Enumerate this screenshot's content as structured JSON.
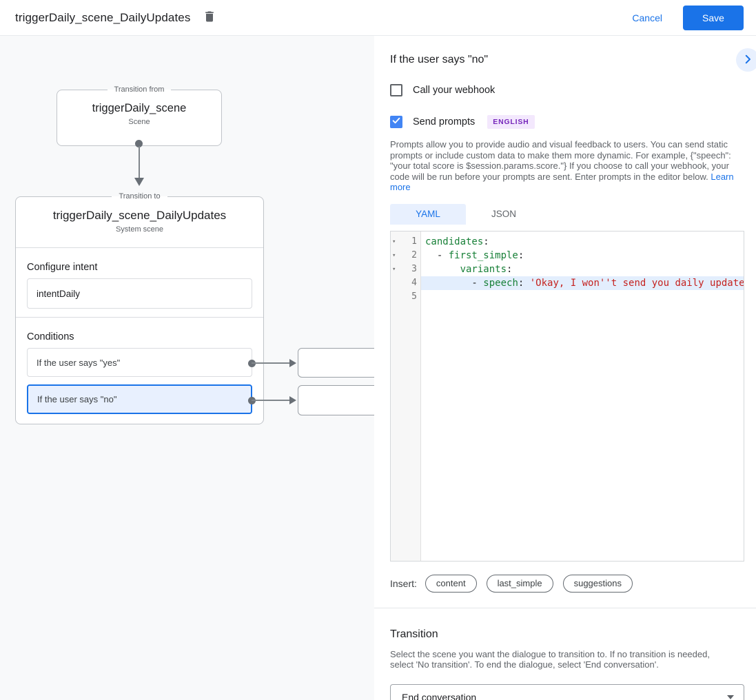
{
  "header": {
    "title": "triggerDaily_scene_DailyUpdates",
    "cancel_label": "Cancel",
    "save_label": "Save"
  },
  "flow": {
    "from_label": "Transition from",
    "from_title": "triggerDaily_scene",
    "from_subtitle": "Scene",
    "to_label": "Transition to",
    "to_title": "triggerDaily_scene_DailyUpdates",
    "to_subtitle": "System scene",
    "intent_section_label": "Configure intent",
    "intent_value": "intentDaily",
    "conditions_label": "Conditions",
    "condition_yes": "If the user says \"yes\"",
    "condition_no": "If the user says \"no\""
  },
  "panel": {
    "title": "If the user says \"no\"",
    "webhook_label": "Call your webhook",
    "prompts_label": "Send prompts",
    "language_badge": "ENGLISH",
    "description": "Prompts allow you to provide audio and visual feedback to users. You can send static prompts or include custom data to make them more dynamic. For example, {\"speech\": \"your total score is $session.params.score.\"} If you choose to call your webhook, your code will be run before your prompts are sent. Enter prompts in the editor below. ",
    "learn_more": "Learn more",
    "tab_yaml": "YAML",
    "tab_json": "JSON",
    "insert_label": "Insert:",
    "chips": {
      "c1": "content",
      "c2": "last_simple",
      "c3": "suggestions"
    }
  },
  "editor": {
    "fold_icon": "▾",
    "line_numbers": {
      "n1": "1",
      "n2": "2",
      "n3": "3",
      "n4": "4",
      "n5": "5"
    },
    "code": {
      "l1_key": "candidates",
      "l1_colon": ":",
      "l2_pre": "  - ",
      "l2_key": "first_simple",
      "l2_colon": ":",
      "l3_pre": "      ",
      "l3_key": "variants",
      "l3_colon": ":",
      "l4_pre": "        - ",
      "l4_key": "speech",
      "l4_sep": ": ",
      "l4_str": "'Okay, I won''t send you daily update"
    }
  },
  "transition": {
    "heading": "Transition",
    "description": "Select the scene you want the dialogue to transition to. If no transition is needed, select 'No transition'. To end the dialogue, select 'End conversation'.",
    "selected_value": "End conversation"
  },
  "colors": {
    "accent_blue": "#1a73e8",
    "checkbox_blue": "#4285f4",
    "selected_condition_bg": "#e8f0fe",
    "badge_purple_bg": "#f3e8fd",
    "badge_purple_text": "#7627bb",
    "code_key_green": "#188038",
    "code_string_red": "#c5221f",
    "code_line_highlight": "#e3eefd"
  }
}
